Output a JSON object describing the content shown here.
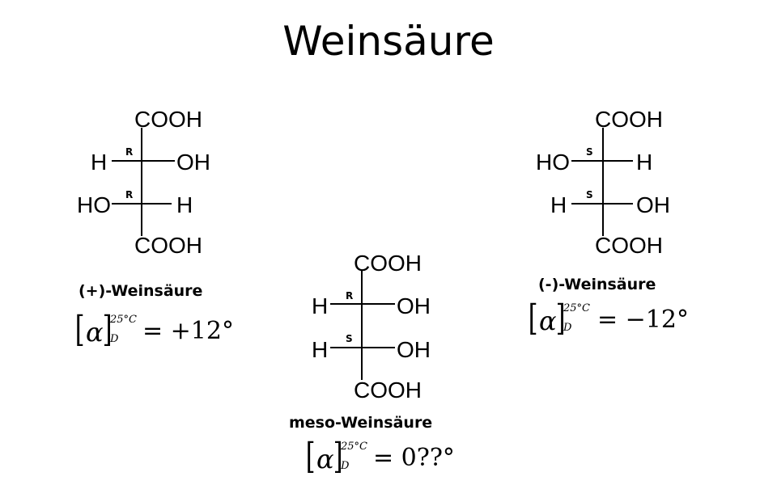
{
  "title": "Weinsäure",
  "structures": {
    "plus": {
      "name": "(+)-Weinsäure",
      "top": "COOH",
      "bottom": "COOH",
      "row1_left": "H",
      "row1_right": "OH",
      "row1_config": "R",
      "row2_left": "HO",
      "row2_right": "H",
      "row2_config": "R",
      "rotation": {
        "alpha": "α",
        "temp": "25°C",
        "line": "D",
        "value": "= +12°"
      }
    },
    "meso": {
      "name": "meso-Weinsäure",
      "top": "COOH",
      "bottom": "COOH",
      "row1_left": "H",
      "row1_right": "OH",
      "row1_config": "R",
      "row2_left": "H",
      "row2_right": "OH",
      "row2_config": "S",
      "rotation": {
        "alpha": "α",
        "temp": "25°C",
        "line": "D",
        "value": "= 0??°"
      }
    },
    "minus": {
      "name": "(-)-Weinsäure",
      "top": "COOH",
      "bottom": "COOH",
      "row1_left": "HO",
      "row1_right": "H",
      "row1_config": "S",
      "row2_left": "H",
      "row2_right": "OH",
      "row2_config": "S",
      "rotation": {
        "alpha": "α",
        "temp": "25°C",
        "line": "D",
        "value": "= −12°"
      }
    }
  }
}
